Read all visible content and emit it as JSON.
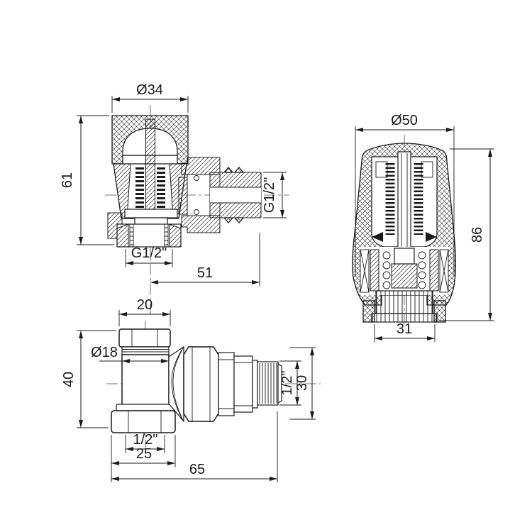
{
  "page": {
    "background": "#ffffff",
    "line_color": "#1a1a1a",
    "description_labels_only": "dimension annotations of technical drawing"
  },
  "drawings": {
    "valve_section": {
      "dims": {
        "cap_diameter": "Ø34",
        "height": "61",
        "outlet_thread": "G1/2\"",
        "inlet_thread": "G1/2\"",
        "length": "51"
      }
    },
    "thermo_head": {
      "dims": {
        "diameter": "Ø50",
        "height": "86",
        "base_width": "31"
      }
    },
    "valve_view": {
      "dims": {
        "cap_width": "20",
        "body_diameter": "Ø18",
        "height": "40",
        "inlet_thread": "1/2\"",
        "nut_width": "25",
        "length": "65",
        "outlet_thread": "1/2\"",
        "outlet_height": "30"
      }
    }
  }
}
